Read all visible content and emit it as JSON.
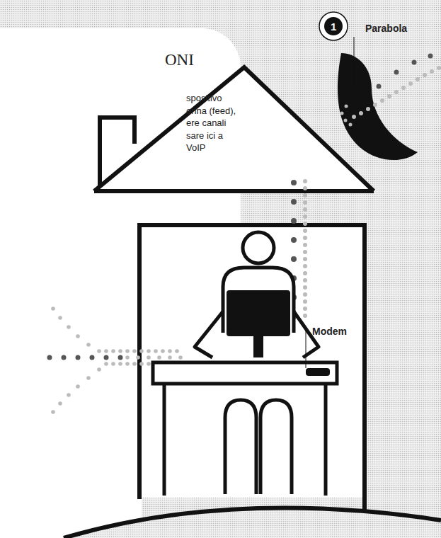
{
  "diagram": {
    "nodes": [
      {
        "text": [
          "ONI",
          "spositivo enna (feed), ere canali sare ici a VoIP"
        ]
      }
    ],
    "labels": [
      "1",
      "Parabola",
      "Modem"
    ]
  }
}
